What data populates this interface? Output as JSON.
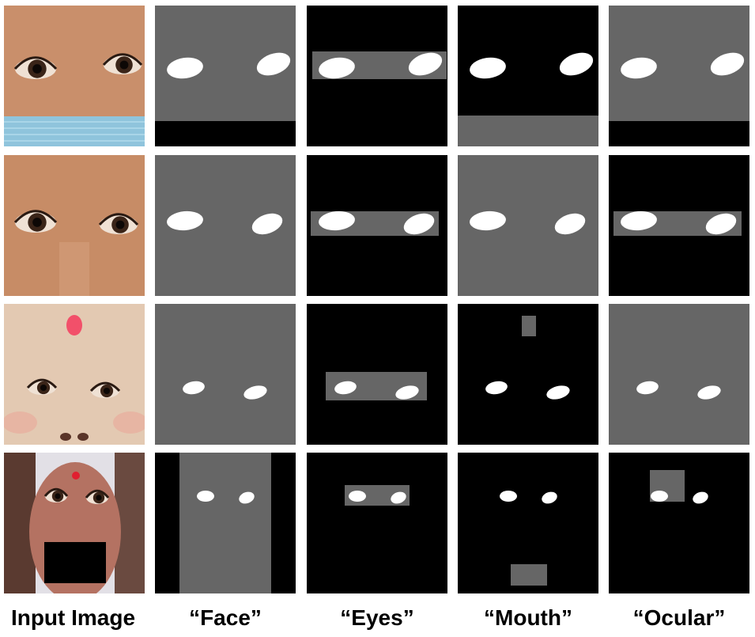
{
  "figure": {
    "captions": [
      "Input Image",
      "“Face”",
      "“Eyes”",
      "“Mouth”",
      "“Ocular”"
    ],
    "colors": {
      "mask_black": "#000000",
      "mask_gray": "#666666",
      "eye_white": "#ffffff",
      "skin": "#c8906a",
      "surgical_mask": "#8fc4dc",
      "red_sticker": "#f2506a"
    },
    "rows": [
      {
        "input": "child-eyes-with-surgical-mask",
        "columns": [
          "face",
          "eyes",
          "mouth",
          "ocular"
        ]
      },
      {
        "input": "child-eyes-closeup",
        "columns": [
          "face",
          "eyes",
          "mouth",
          "ocular"
        ]
      },
      {
        "input": "child-face-with-red-forehead-sticker",
        "columns": [
          "face",
          "eyes",
          "mouth",
          "ocular"
        ]
      },
      {
        "input": "adult-face-with-redacted-mouth",
        "columns": [
          "face",
          "eyes",
          "mouth",
          "ocular"
        ]
      }
    ]
  }
}
